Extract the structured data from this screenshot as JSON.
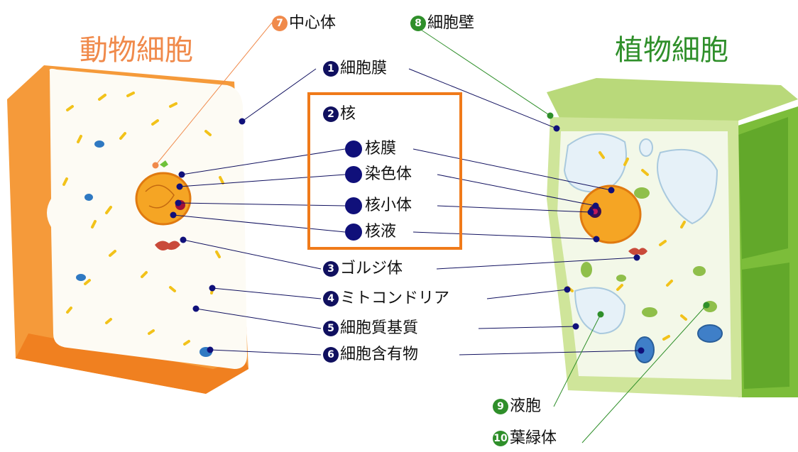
{
  "titles": {
    "animal": "動物細胞",
    "plant": "植物細胞"
  },
  "labels": {
    "centrosome": {
      "num": "7",
      "text": "中心体"
    },
    "cell_wall": {
      "num": "8",
      "text": "細胞壁"
    },
    "cell_membrane": {
      "num": "1",
      "text": "細胞膜"
    },
    "nucleus": {
      "num": "2",
      "text": "核"
    },
    "nuclear_membrane": {
      "text": "核膜"
    },
    "chromosome": {
      "text": "染色体"
    },
    "nucleolus": {
      "text": "核小体"
    },
    "nuclear_sap": {
      "text": "核液"
    },
    "golgi": {
      "num": "3",
      "text": "ゴルジ体"
    },
    "mitochondria": {
      "num": "4",
      "text": "ミトコンドリア"
    },
    "cytoplasm": {
      "num": "5",
      "text": "細胞質基質"
    },
    "inclusions": {
      "num": "6",
      "text": "細胞含有物"
    },
    "vacuole": {
      "num": "9",
      "text": "液胞"
    },
    "chloroplast": {
      "num": "10",
      "text": "葉緑体"
    }
  },
  "colors": {
    "animal": "#f08a4b",
    "plant": "#2f8f2a",
    "leader": "#10105f",
    "box": "#f07a1a"
  }
}
